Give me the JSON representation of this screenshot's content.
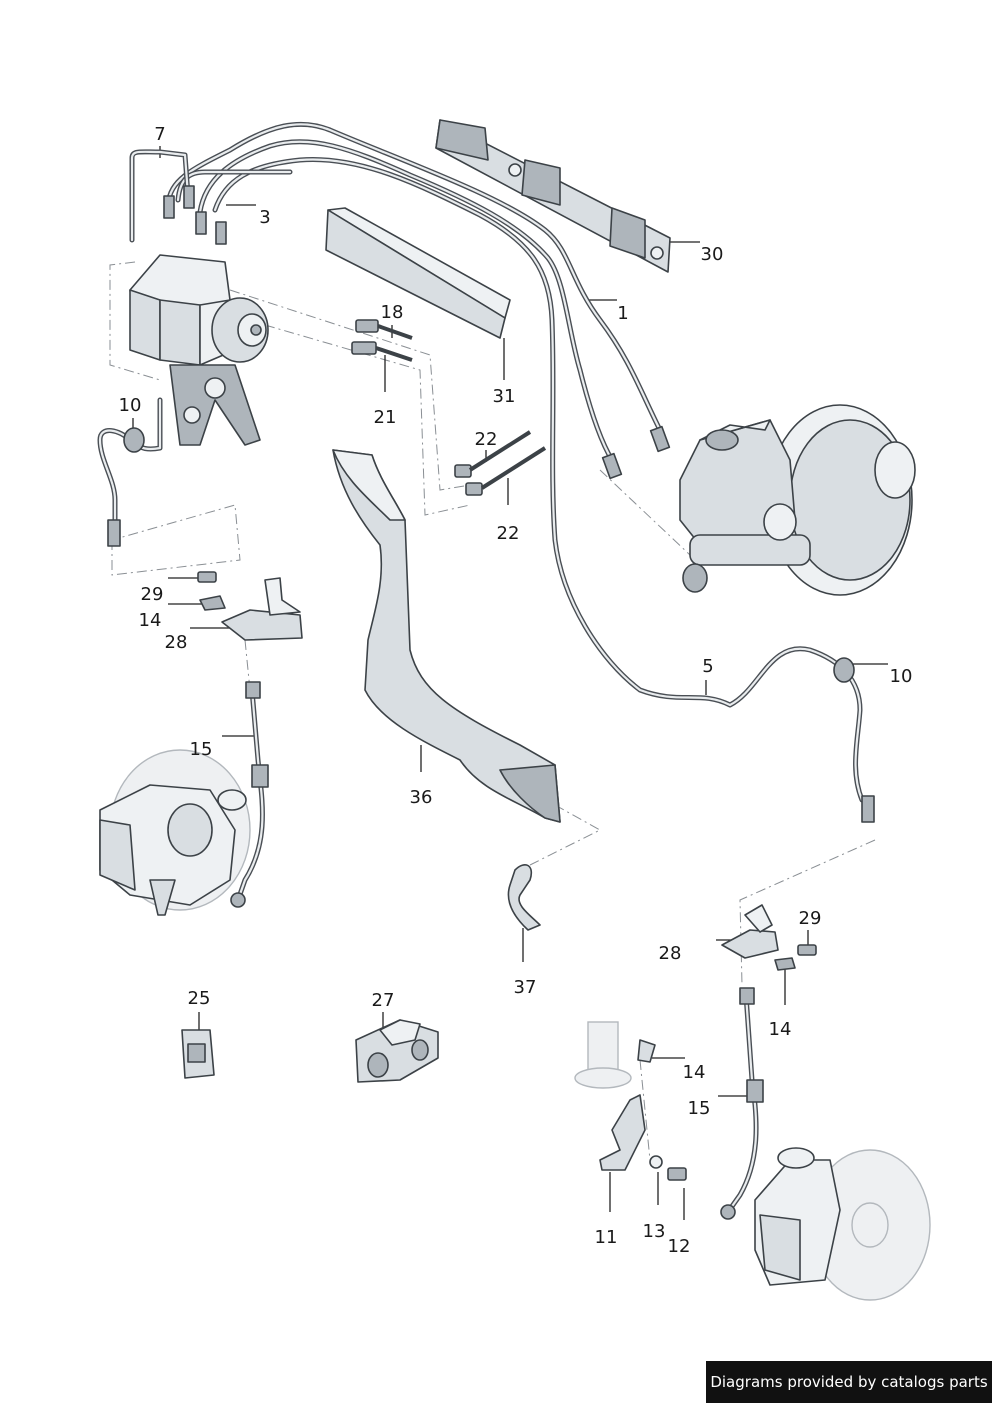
{
  "callouts": [
    {
      "id": "c7",
      "text": "7"
    },
    {
      "id": "c3",
      "text": "3"
    },
    {
      "id": "c30",
      "text": "30"
    },
    {
      "id": "c1",
      "text": "1"
    },
    {
      "id": "c18",
      "text": "18"
    },
    {
      "id": "c31",
      "text": "31"
    },
    {
      "id": "c21",
      "text": "21"
    },
    {
      "id": "c10a",
      "text": "10"
    },
    {
      "id": "c22a",
      "text": "22"
    },
    {
      "id": "c22b",
      "text": "22"
    },
    {
      "id": "c29a",
      "text": "29"
    },
    {
      "id": "c14a",
      "text": "14"
    },
    {
      "id": "c28a",
      "text": "28"
    },
    {
      "id": "c5",
      "text": "5"
    },
    {
      "id": "c10b",
      "text": "10"
    },
    {
      "id": "c15a",
      "text": "15"
    },
    {
      "id": "c36",
      "text": "36"
    },
    {
      "id": "c29b",
      "text": "29"
    },
    {
      "id": "c28b",
      "text": "28"
    },
    {
      "id": "c37",
      "text": "37"
    },
    {
      "id": "c14b",
      "text": "14"
    },
    {
      "id": "c25",
      "text": "25"
    },
    {
      "id": "c27",
      "text": "27"
    },
    {
      "id": "c14c",
      "text": "14"
    },
    {
      "id": "c15b",
      "text": "15"
    },
    {
      "id": "c11",
      "text": "11"
    },
    {
      "id": "c13",
      "text": "13"
    },
    {
      "id": "c12",
      "text": "12"
    }
  ],
  "footer": {
    "text": "Diagrams provided by catalogs parts"
  }
}
